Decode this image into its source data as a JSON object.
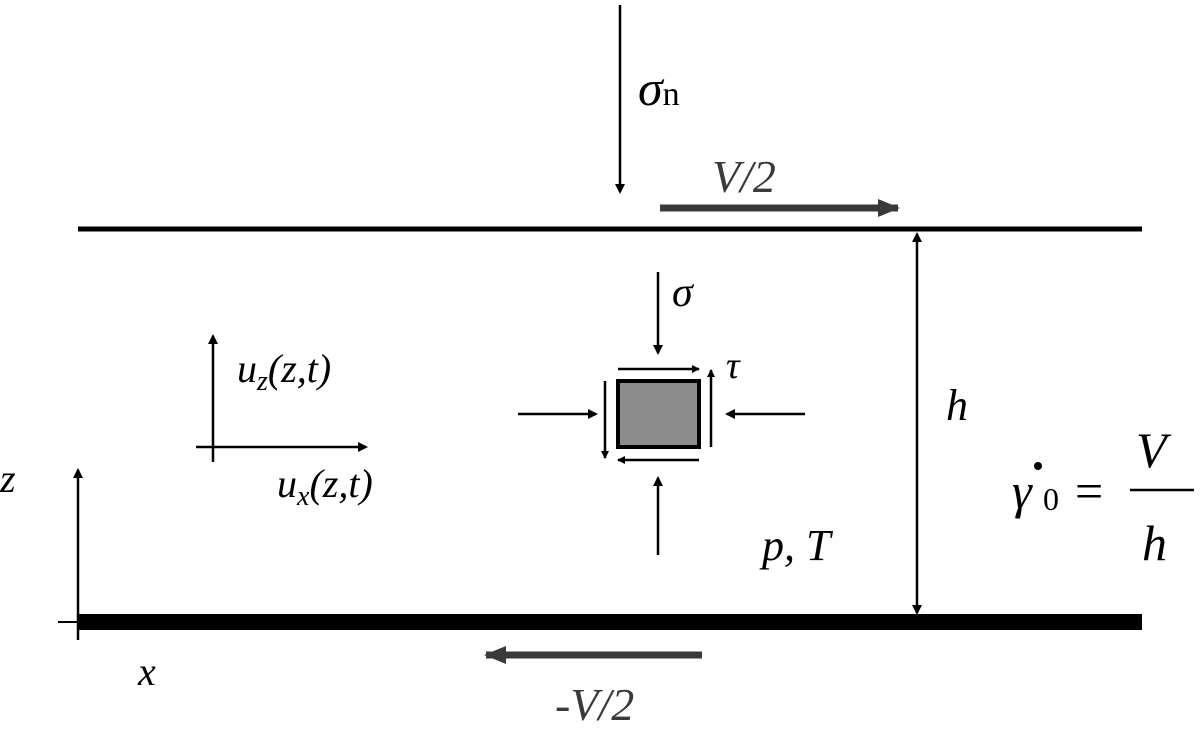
{
  "labels": {
    "sigma_n": "σ",
    "sigma_n_sub": "n",
    "top_velocity": "V/2",
    "bottom_velocity": "-V/2",
    "sigma": "σ",
    "tau": "τ",
    "h": "h",
    "uz_u": "u",
    "uz_sub": "z",
    "uz_args": "(z,t)",
    "ux_u": "u",
    "ux_sub": "x",
    "ux_args": "(z,t)",
    "z_axis": "z",
    "x_axis": "x",
    "p_T": "p, T",
    "gamma_symbol": "γ",
    "gamma_sub": "0",
    "equals": "=",
    "frac_num": "V",
    "frac_den": "h"
  },
  "colors": {
    "ink": "#000000",
    "velocity_arrow": "#3a3a3a",
    "element_fill": "#8c8c8c"
  }
}
